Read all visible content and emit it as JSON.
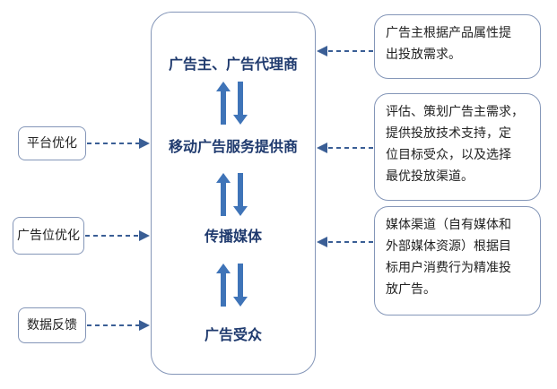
{
  "flow": {
    "stages": [
      "广告主、广告代理商",
      "移动广告服务提供商",
      "传播媒体",
      "广告受众"
    ]
  },
  "left_boxes": [
    "平台优化",
    "广告位优化",
    "数据反馈"
  ],
  "right_notes": [
    [
      "广告主根据产品属性提",
      "出投放需求。"
    ],
    [
      "评估、策划广告主需求，",
      "提供投放技术支持，定",
      "位目标受众，以及选择",
      "最优投放渠道。"
    ],
    [
      "媒体渠道（自有媒体和",
      "外部媒体资源）根据目",
      "标用户消费行为精准投",
      "放广告。"
    ]
  ],
  "colors": {
    "box_border": "#8496b8",
    "stage_text": "#1f3a6e",
    "arrow_fill": "#3f74b8",
    "dashed_connector": "#3a5e95"
  }
}
